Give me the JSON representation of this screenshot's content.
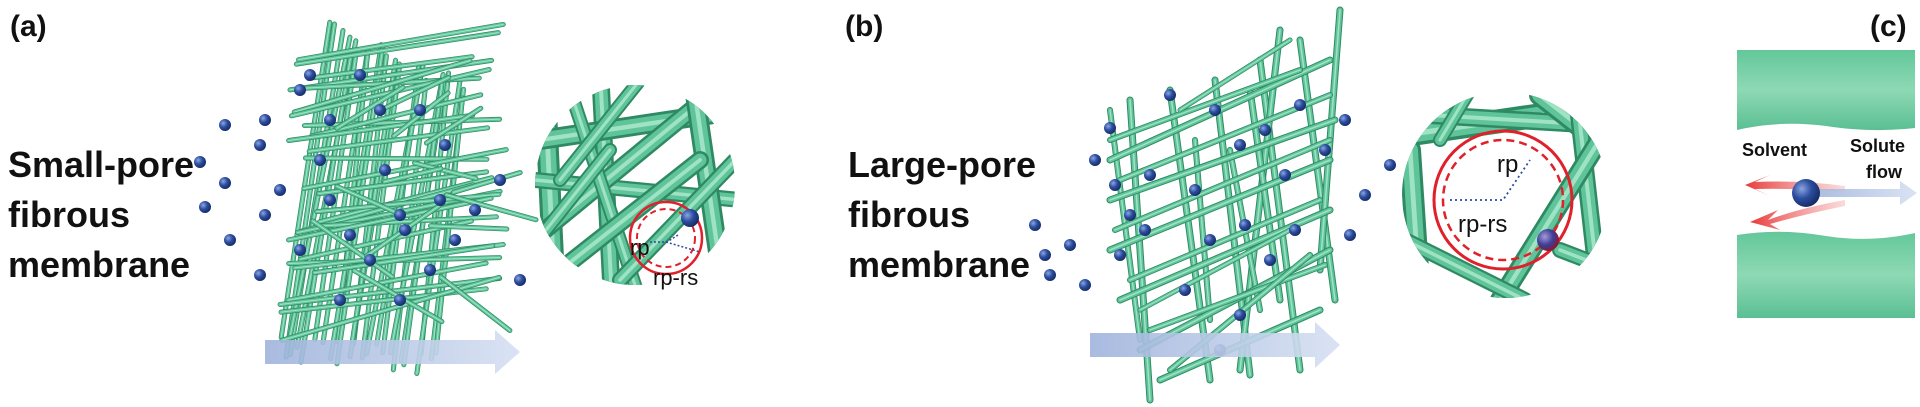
{
  "panels": {
    "a": {
      "label": "(a)",
      "title_lines": [
        "Small-pore",
        "fibrous",
        "membrane"
      ],
      "zoom_labels": {
        "rp": "rp",
        "rp_rs": "rp-rs"
      }
    },
    "b": {
      "label": "(b)",
      "title_lines": [
        "Large-pore",
        "fibrous",
        "membrane"
      ],
      "zoom_labels": {
        "rp": "rp",
        "rp_rs": "rp-rs"
      }
    },
    "c": {
      "label": "(c)",
      "solvent_label": "Solvent",
      "solute_label": "Solute",
      "flow_label": "flow"
    }
  },
  "colors": {
    "fiber": "#5fc49a",
    "fiber_dark": "#2f8a63",
    "fiber_light": "#9fe3c4",
    "particle": "#2b4a9a",
    "pore_circle": "#e0202a",
    "arrow_flow": "#b9c8e6",
    "arrow_solvent": "#f07070"
  }
}
